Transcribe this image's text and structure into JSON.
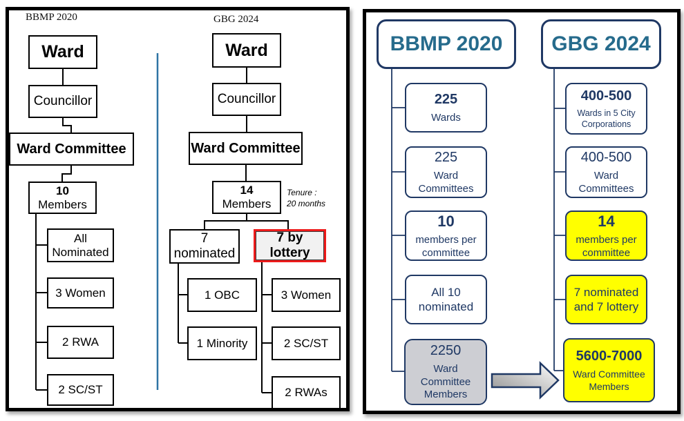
{
  "colors": {
    "navy": "#1f3864",
    "teal_header": "#266b8c",
    "highlight_yellow": "#ffff00",
    "gray_fill": "#cdced3",
    "red_outline": "#ee1b1b",
    "divider_blue": "#2e74a4"
  },
  "left_panel": {
    "bbmp": {
      "title": "BBMP 2020",
      "ward": "Ward",
      "councillor": "Councillor",
      "committee": "Ward Committee",
      "members_value": "10",
      "members_label": "Members",
      "children": [
        "All\nNominated",
        "3 Women",
        "2 RWA",
        "2 SC/ST"
      ]
    },
    "gbg": {
      "title": "GBG 2024",
      "ward": "Ward",
      "councillor": "Councillor",
      "committee": "Ward Committee",
      "members_value": "14",
      "members_label": "Members",
      "tenure_note": "Tenure :\n20 months",
      "nominated": "7\nnominated",
      "lottery": "7 by\nlottery",
      "nominated_children": [
        "1 OBC",
        "1 Minority"
      ],
      "lottery_children": [
        "3 Women",
        "2 SC/ST",
        "2 RWAs"
      ]
    }
  },
  "right_panel": {
    "bbmp": {
      "header": "BBMP 2020",
      "boxes": [
        {
          "value": "225",
          "label": "Wards"
        },
        {
          "value": "225",
          "label": "Ward\nCommittees"
        },
        {
          "value": "10",
          "label": "members per\ncommittee"
        },
        {
          "value": "",
          "label": "All 10\nnominated"
        },
        {
          "value": "2250",
          "label": "Ward\nCommittee\nMembers"
        }
      ]
    },
    "gbg": {
      "header": "GBG 2024",
      "boxes": [
        {
          "value": "400-500",
          "label": "Wards in 5 City\nCorporations"
        },
        {
          "value": "400-500",
          "label": "Ward\nCommittees"
        },
        {
          "value": "14",
          "label": "members per\ncommittee"
        },
        {
          "value": "",
          "label": "7 nominated\nand 7 lottery"
        },
        {
          "value": "5600-7000",
          "label": "Ward Committee\nMembers"
        }
      ]
    }
  }
}
